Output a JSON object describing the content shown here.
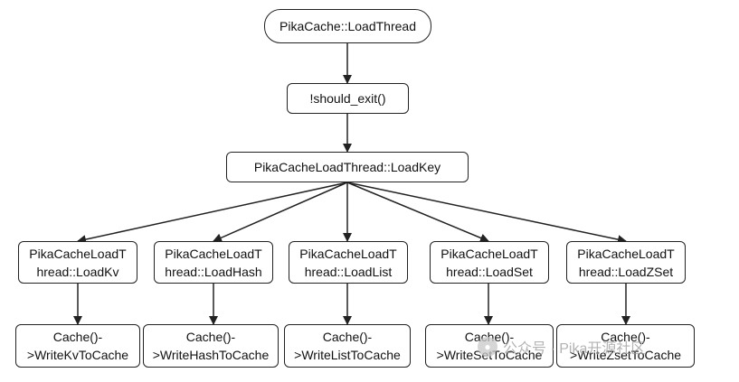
{
  "diagram": {
    "root": "PikaCache::LoadThread",
    "loop": "!should_exit()",
    "load_key": "PikaCacheLoadThread::LoadKey",
    "branches": [
      {
        "loader": [
          "PikaCacheLoadT",
          "hread::LoadKv"
        ],
        "writer": [
          "Cache()-",
          ">WriteKvToCache"
        ]
      },
      {
        "loader": [
          "PikaCacheLoadT",
          "hread::LoadHash"
        ],
        "writer": [
          "Cache()-",
          ">WriteHashToCache"
        ]
      },
      {
        "loader": [
          "PikaCacheLoadT",
          "hread::LoadList"
        ],
        "writer": [
          "Cache()-",
          ">WriteListToCache"
        ]
      },
      {
        "loader": [
          "PikaCacheLoadT",
          "hread::LoadSet"
        ],
        "writer": [
          "Cache()-",
          ">WriteSetToCache"
        ]
      },
      {
        "loader": [
          "PikaCacheLoadT",
          "hread::LoadZSet"
        ],
        "writer": [
          "Cache()-",
          ">WriteZsetToCache"
        ]
      }
    ]
  },
  "watermark": {
    "text": "公众号 · Pika开源社区",
    "icon": "wechat-icon"
  }
}
